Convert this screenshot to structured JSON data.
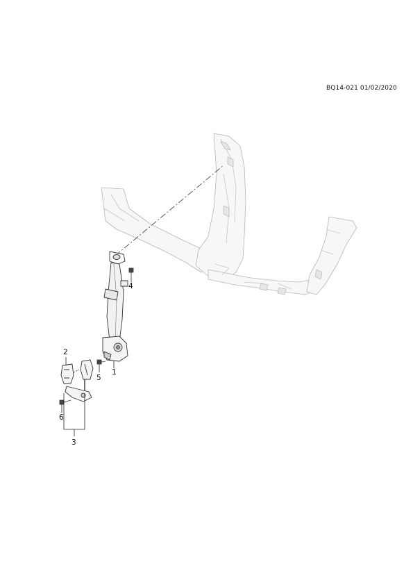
{
  "header": {
    "reference": "BQ14-021 01/02/2020"
  },
  "callouts": {
    "c1": "1",
    "c2": "2",
    "c3": "3",
    "c4": "4",
    "c5": "5",
    "c6": "6"
  }
}
